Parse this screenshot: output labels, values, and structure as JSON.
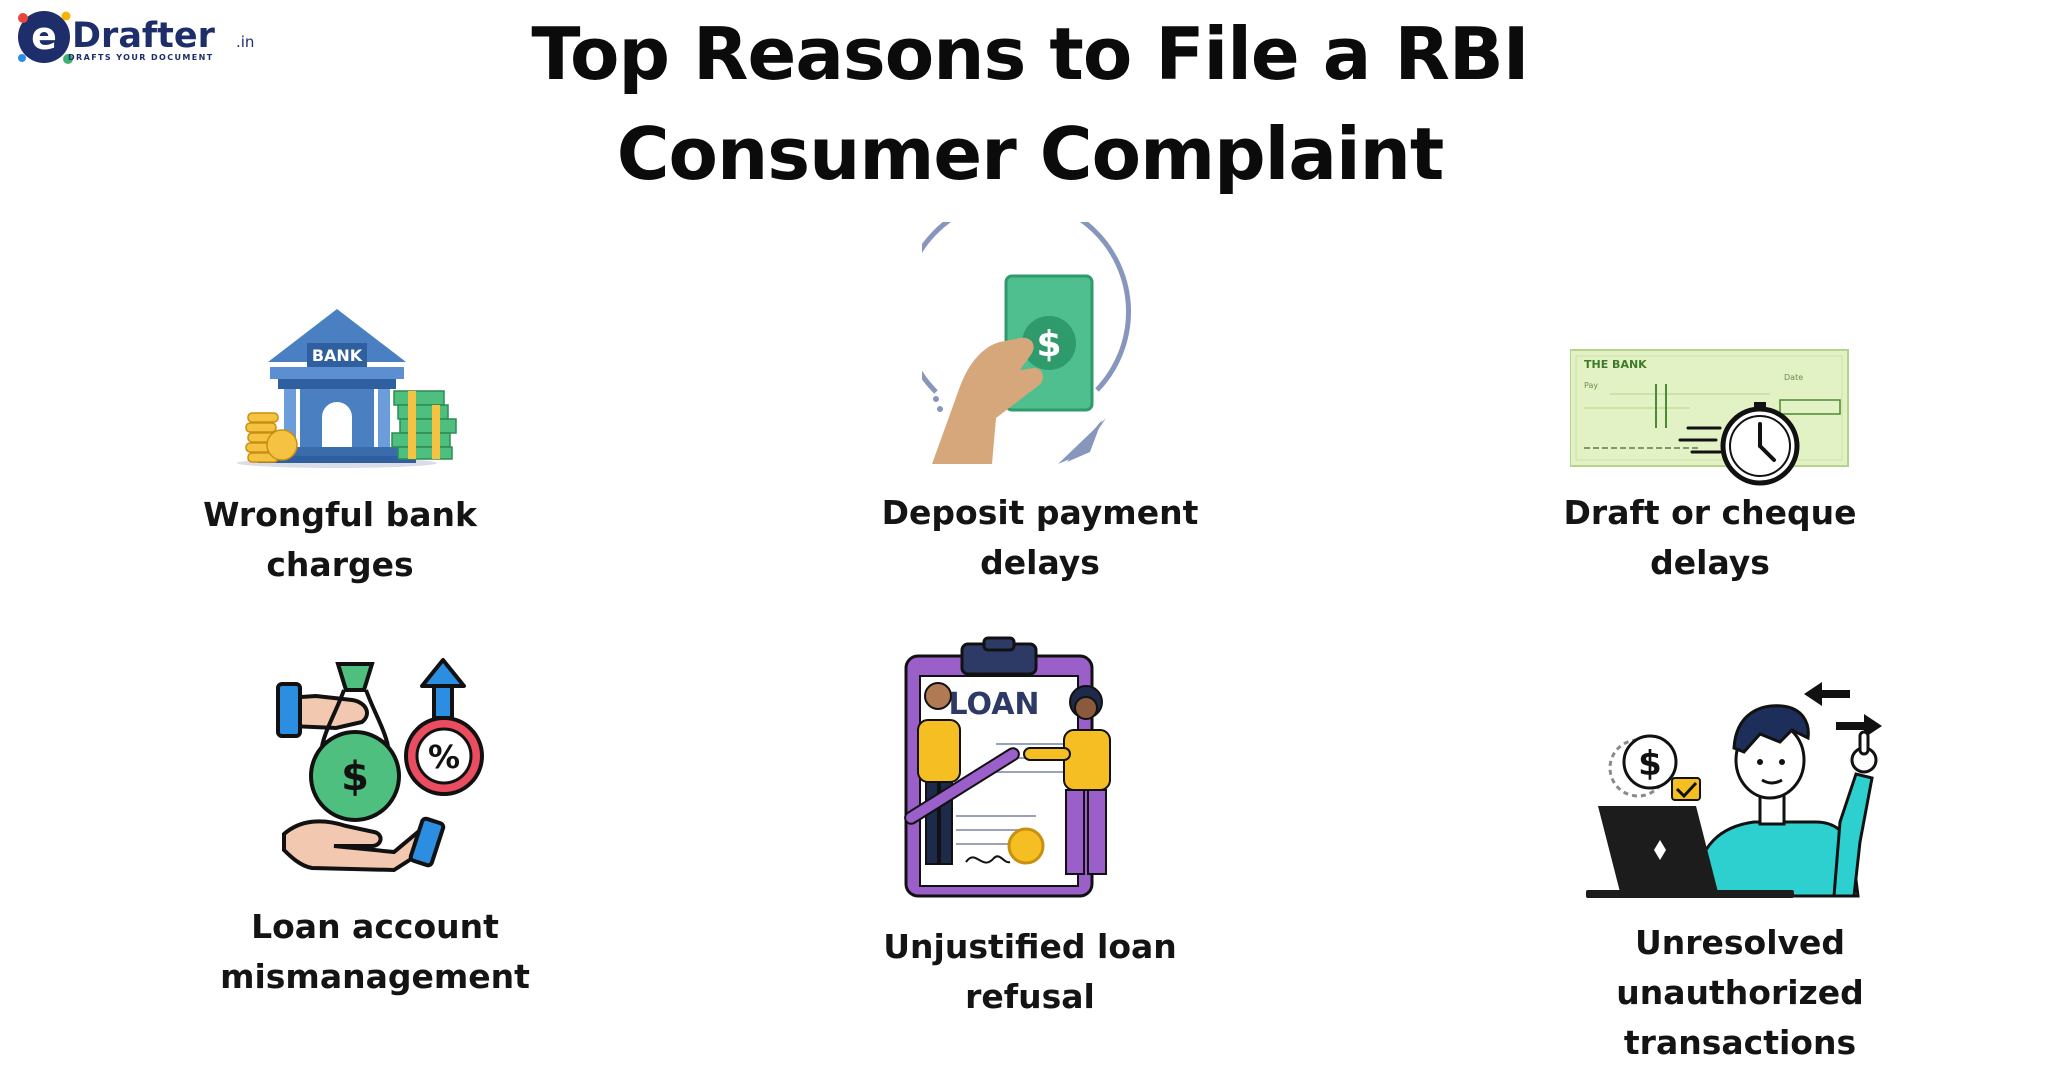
{
  "logo": {
    "mark": "e",
    "wordmark": "Drafter",
    "suffix": ".in",
    "tagline": "DRAFTS YOUR DOCUMENT"
  },
  "title": "Top Reasons to File a RBI Consumer Complaint",
  "reasons": [
    {
      "caption": "Wrongful bank charges",
      "icon": "bank-with-money-icon",
      "icon_text": "BANK"
    },
    {
      "caption": "Deposit payment delays",
      "icon": "hand-cash-refund-icon"
    },
    {
      "caption": "Draft or cheque delays",
      "icon": "cheque-clock-icon",
      "icon_text": "THE BANK",
      "icon_text_2": "Pay",
      "icon_text_3": "Date"
    },
    {
      "caption": "Loan account mismanagement",
      "icon": "money-bag-percent-icon"
    },
    {
      "caption": "Unjustified loan refusal",
      "icon": "loan-clipboard-people-icon",
      "icon_text": "LOAN"
    },
    {
      "caption": "Unresolved unauthorized transactions",
      "icon": "person-laptop-transfer-icon"
    }
  ],
  "colors": {
    "title": "#0b0b0b",
    "logo_navy": "#1d2e6b",
    "bank_blue": "#4a7fc1",
    "cash_green": "#4fbf7f",
    "arrow_slate": "#8796bd",
    "loan_purple": "#9b5fc9",
    "loan_yellow": "#f5bf24",
    "shirt_teal": "#2dd0cf"
  }
}
